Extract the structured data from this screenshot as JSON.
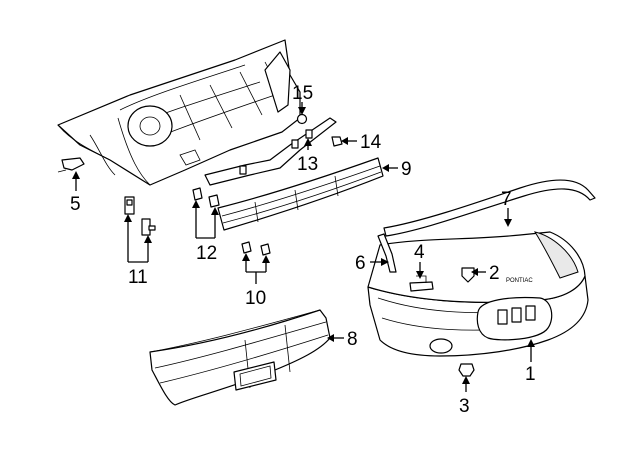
{
  "callouts": {
    "c1": "1",
    "c2": "2",
    "c3": "3",
    "c4": "4",
    "c5": "5",
    "c6": "6",
    "c7": "7",
    "c8": "8",
    "c9": "9",
    "c10": "10",
    "c11": "11",
    "c12": "12",
    "c13": "13",
    "c14": "14",
    "c15": "15"
  },
  "fascia_text": "PONTIAC"
}
